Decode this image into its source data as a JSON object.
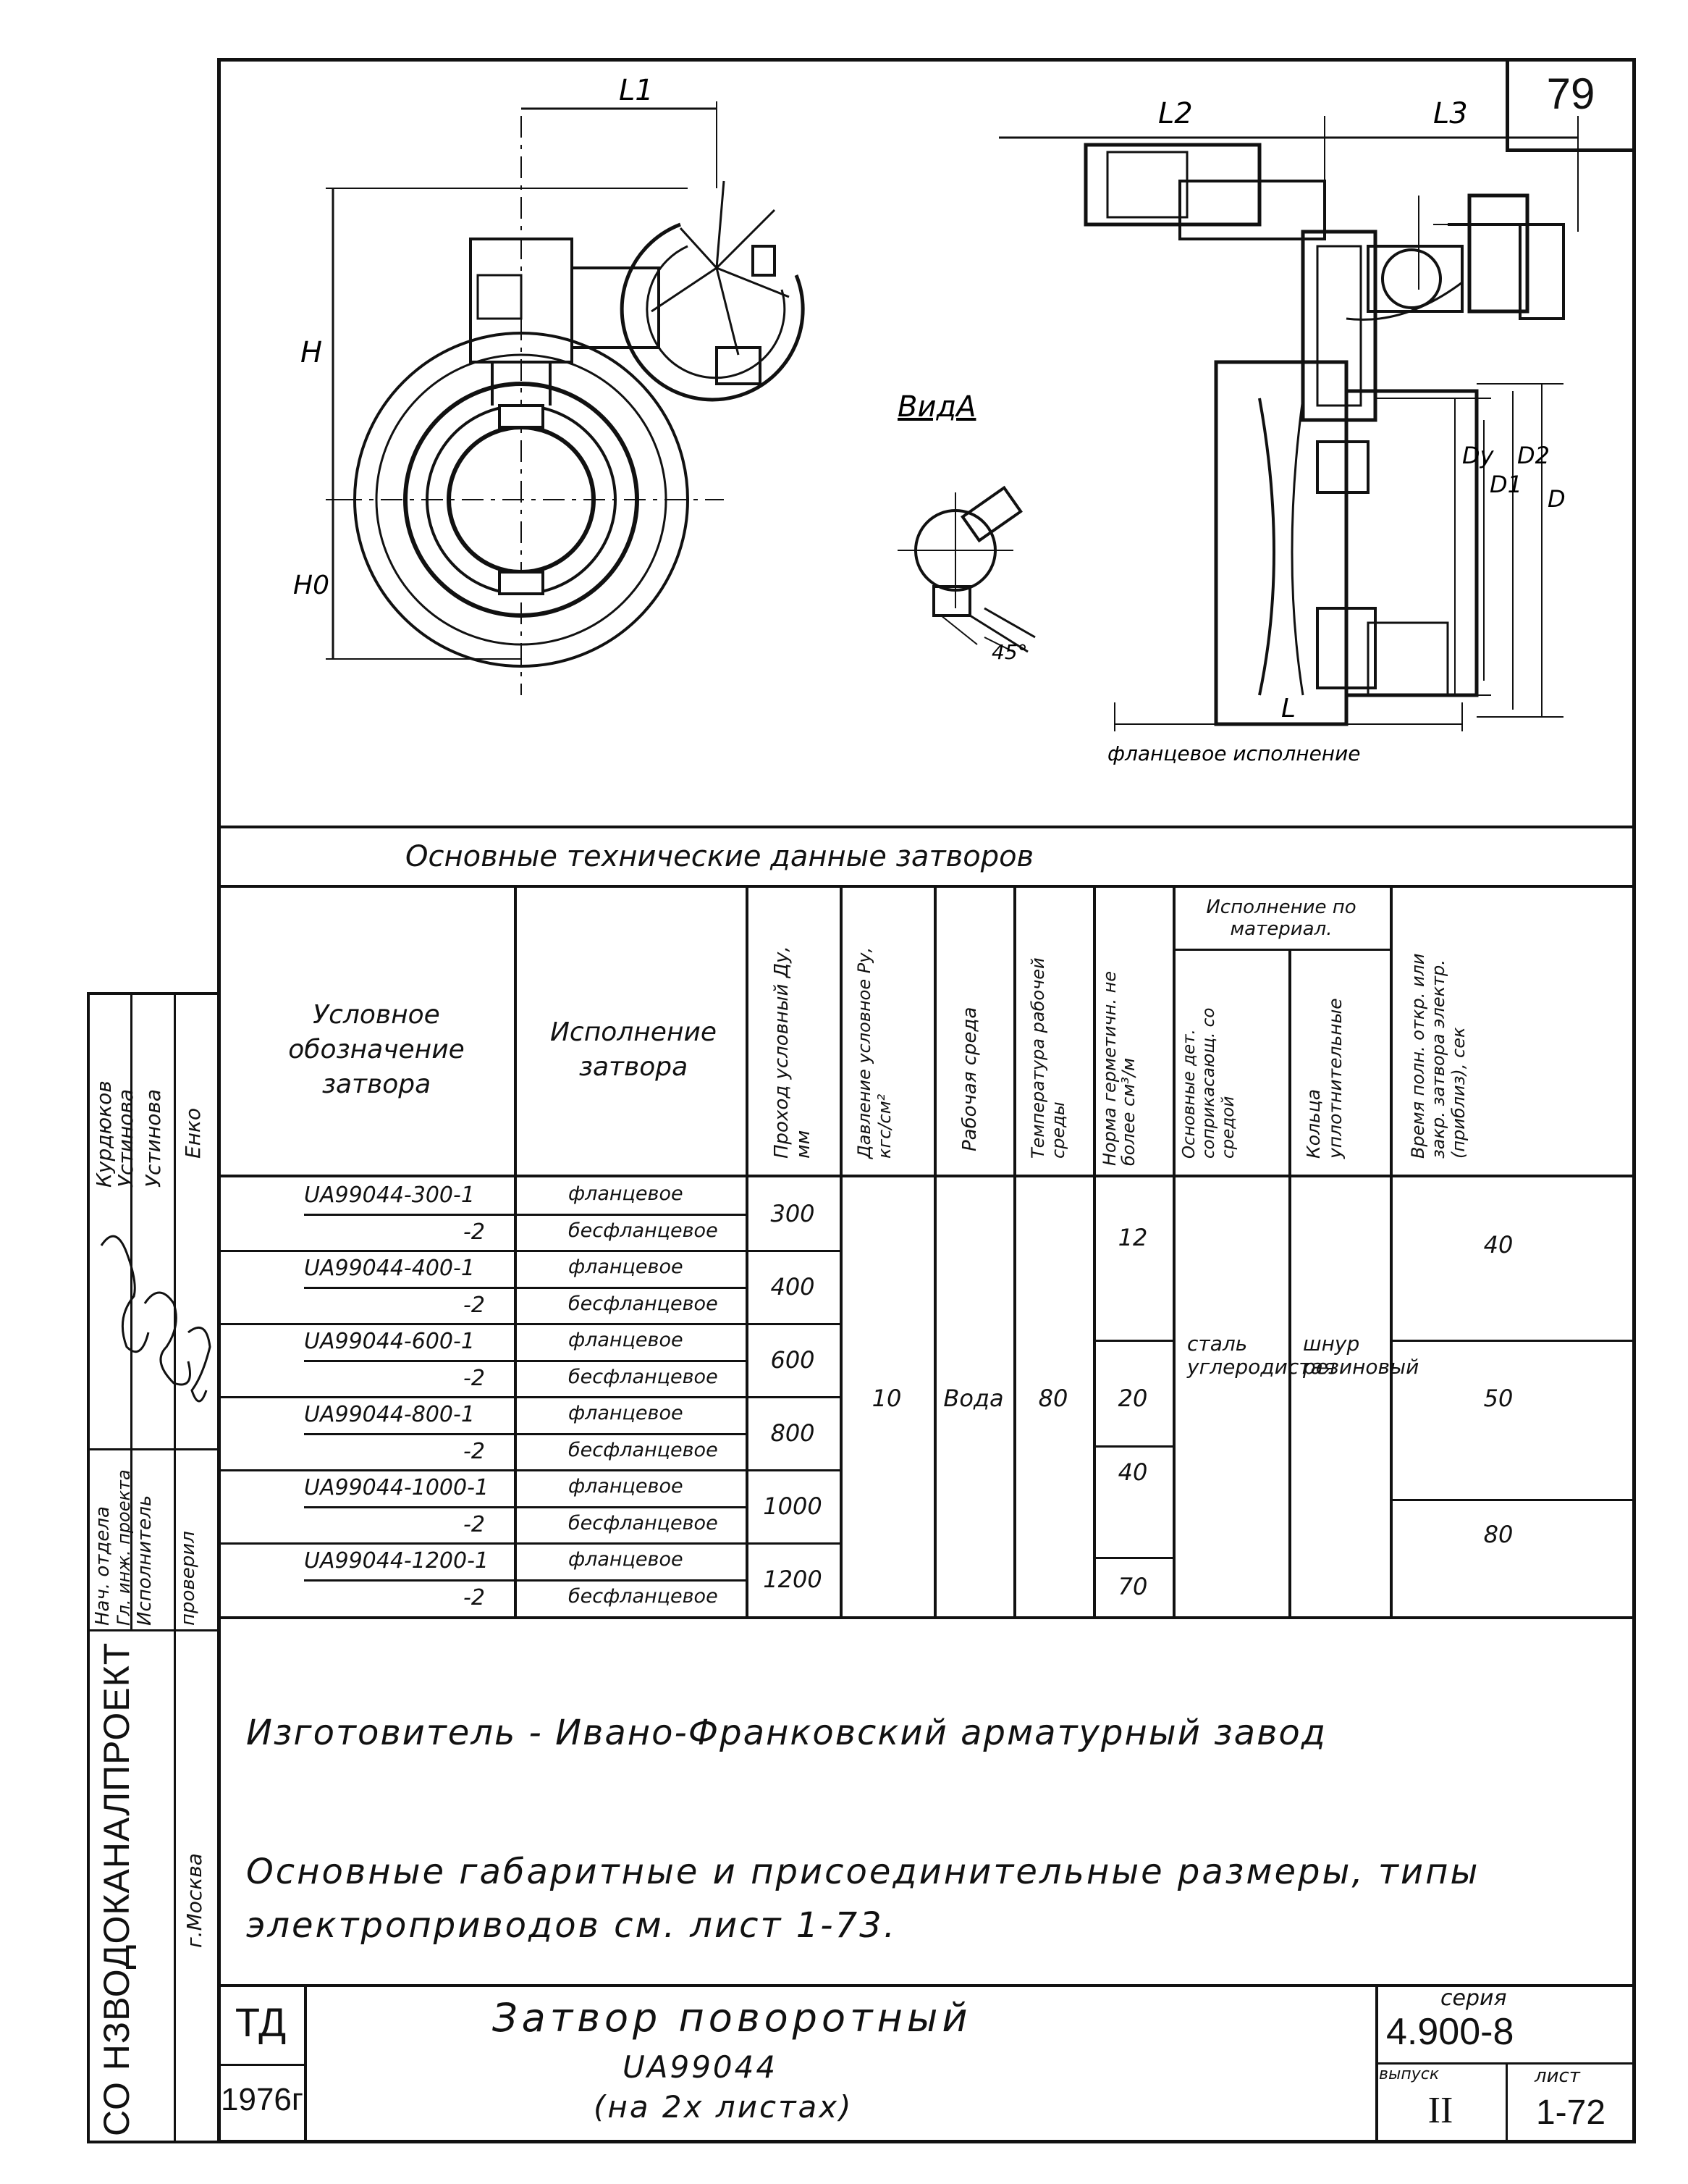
{
  "sheet_number": "79",
  "drawing": {
    "dim_labels": {
      "L1": "L1",
      "L2": "L2",
      "L3": "L3",
      "H": "H",
      "H0": "H0",
      "L": "L",
      "Dy": "Dy",
      "D1": "D1",
      "D2": "D2",
      "D": "D"
    },
    "view_label": "ВидА",
    "angle": "45°",
    "flange_caption": "фланцевое исполнение"
  },
  "table": {
    "title": "Основные технические данные затворов",
    "headers": {
      "designation": "Условное обозначение затвора",
      "execution": "Исполнение затвора",
      "dn": "Проход условный Ду, мм",
      "pressure": "Давление условное Ру, кгс/см²",
      "medium": "Рабочая среда",
      "temperature": "Температура рабочей среды",
      "leak_norm": "Норма герметичн. не более см³/м",
      "material_group": "Исполнение по материал.",
      "material_parts": "Основные дет. соприкасающ. со средой",
      "material_rings": "Кольца уплотнительные",
      "time": "Время полн. откр. или закр. затвора электр. (приблиз), сек"
    },
    "rows": [
      {
        "designation": "UA99044-300-1",
        "execution": "фланцевое"
      },
      {
        "designation": "-2",
        "execution": "бесфланцевое"
      },
      {
        "designation": "UA99044-400-1",
        "execution": "фланцевое"
      },
      {
        "designation": "-2",
        "execution": "бесфланцевое"
      },
      {
        "designation": "UA99044-600-1",
        "execution": "фланцевое"
      },
      {
        "designation": "-2",
        "execution": "бесфланцевое"
      },
      {
        "designation": "UA99044-800-1",
        "execution": "фланцевое"
      },
      {
        "designation": "-2",
        "execution": "бесфланцевое"
      },
      {
        "designation": "UA99044-1000-1",
        "execution": "фланцевое"
      },
      {
        "designation": "-2",
        "execution": "бесфланцевое"
      },
      {
        "designation": "UA99044-1200-1",
        "execution": "фланцевое"
      },
      {
        "designation": "-2",
        "execution": "бесфланцевое"
      }
    ],
    "dn_values": [
      "300",
      "400",
      "600",
      "800",
      "1000",
      "1200"
    ],
    "pressure": "10",
    "medium": "Вода",
    "temperature": "80",
    "leak_values": [
      "12",
      "20",
      "40",
      "70"
    ],
    "material_parts": "сталь углеродистая",
    "material_rings": "шнур резиновый",
    "time_values": [
      "40",
      "50",
      "80"
    ]
  },
  "notes": {
    "manufacturer": "Изготовитель - Ивано-Франковский арматурный завод",
    "reference": "Основные габаритные и присоединительные размеры, типы электроприводов см. лист 1-73."
  },
  "title_block": {
    "stamp": "ТД",
    "year": "1976г",
    "title": "Затвор поворотный",
    "model": "UA99044",
    "sheets_note": "(на 2х листах)",
    "series_label": "серия",
    "series": "4.900-8",
    "issue_label": "выпуск",
    "issue": "II",
    "sheet_label": "лист",
    "sheet": "1-72"
  },
  "side_block": {
    "org": "СО НЗВОДОКАНАЛПРОЕКТ",
    "city": "г.Москва",
    "roles": [
      "Нач. отдела",
      "Гл. инж. проекта",
      "Исполнитель",
      "проверил"
    ],
    "names": [
      "Курдюков",
      "Устинова",
      "Устинова",
      "Енко"
    ]
  }
}
